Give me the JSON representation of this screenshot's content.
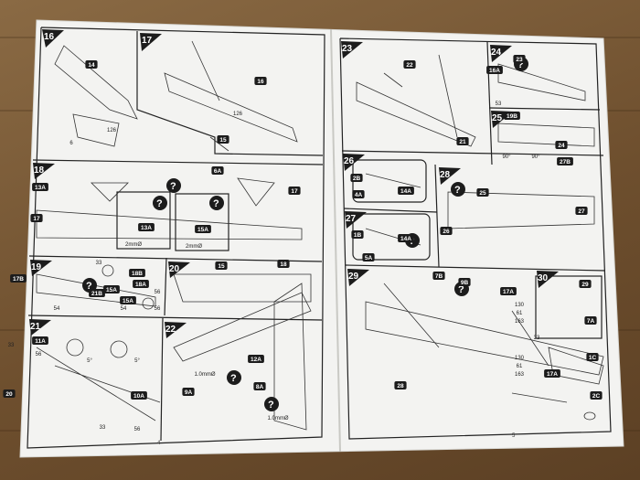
{
  "left_page": {
    "page_number": "4",
    "steps": [
      {
        "num": "16",
        "parts": [
          "14",
          "6",
          "126"
        ]
      },
      {
        "num": "17",
        "parts": [
          "16",
          "126",
          "15"
        ]
      },
      {
        "num": "18",
        "parts": [
          "13A",
          "17",
          "6A",
          "17"
        ],
        "note_labels": [
          "13A",
          "15A"
        ],
        "dims": [
          "2mmØ",
          "2mmØ"
        ]
      },
      {
        "num": "19",
        "parts": [
          "17B",
          "33",
          "18B",
          "15A",
          "21B",
          "18A",
          "56",
          "54",
          "54",
          "15A",
          "56"
        ]
      },
      {
        "num": "20",
        "parts": [
          "15",
          "18"
        ]
      },
      {
        "num": "21",
        "parts": [
          "33",
          "11A",
          "56",
          "20",
          "10A",
          "33",
          "56"
        ],
        "angles": [
          "5°",
          "5°"
        ]
      },
      {
        "num": "22",
        "parts": [
          "12A",
          "9A",
          "8A"
        ],
        "dims": [
          "1.0mmØ",
          "1.0mmØ"
        ]
      }
    ]
  },
  "right_page": {
    "page_number": "5",
    "steps": [
      {
        "num": "23",
        "parts": [
          "22",
          "21"
        ]
      },
      {
        "num": "24",
        "parts": [
          "16A",
          "53",
          "23"
        ]
      },
      {
        "num": "25",
        "parts": [
          "19B",
          "90°",
          "90°",
          "27B",
          "24"
        ]
      },
      {
        "num": "26",
        "parts": [
          "2B",
          "4A",
          "14A"
        ]
      },
      {
        "num": "27",
        "parts": [
          "1B",
          "5A",
          "14A"
        ]
      },
      {
        "num": "28",
        "parts": [
          "25",
          "26",
          "27"
        ]
      },
      {
        "num": "29",
        "parts": [
          "7B",
          "9B",
          "17A",
          "130",
          "61",
          "163",
          "33",
          "130",
          "61",
          "163",
          "17A",
          "28"
        ]
      },
      {
        "num": "30",
        "parts": [
          "29",
          "7A"
        ]
      },
      {
        "num": "",
        "parts": [
          "1C",
          "2C"
        ]
      }
    ]
  },
  "colors": {
    "paper": "#f4f4f2",
    "line": "#2a2a2a",
    "label_bg": "#1c1c1c",
    "wood": "#7a5a36"
  }
}
